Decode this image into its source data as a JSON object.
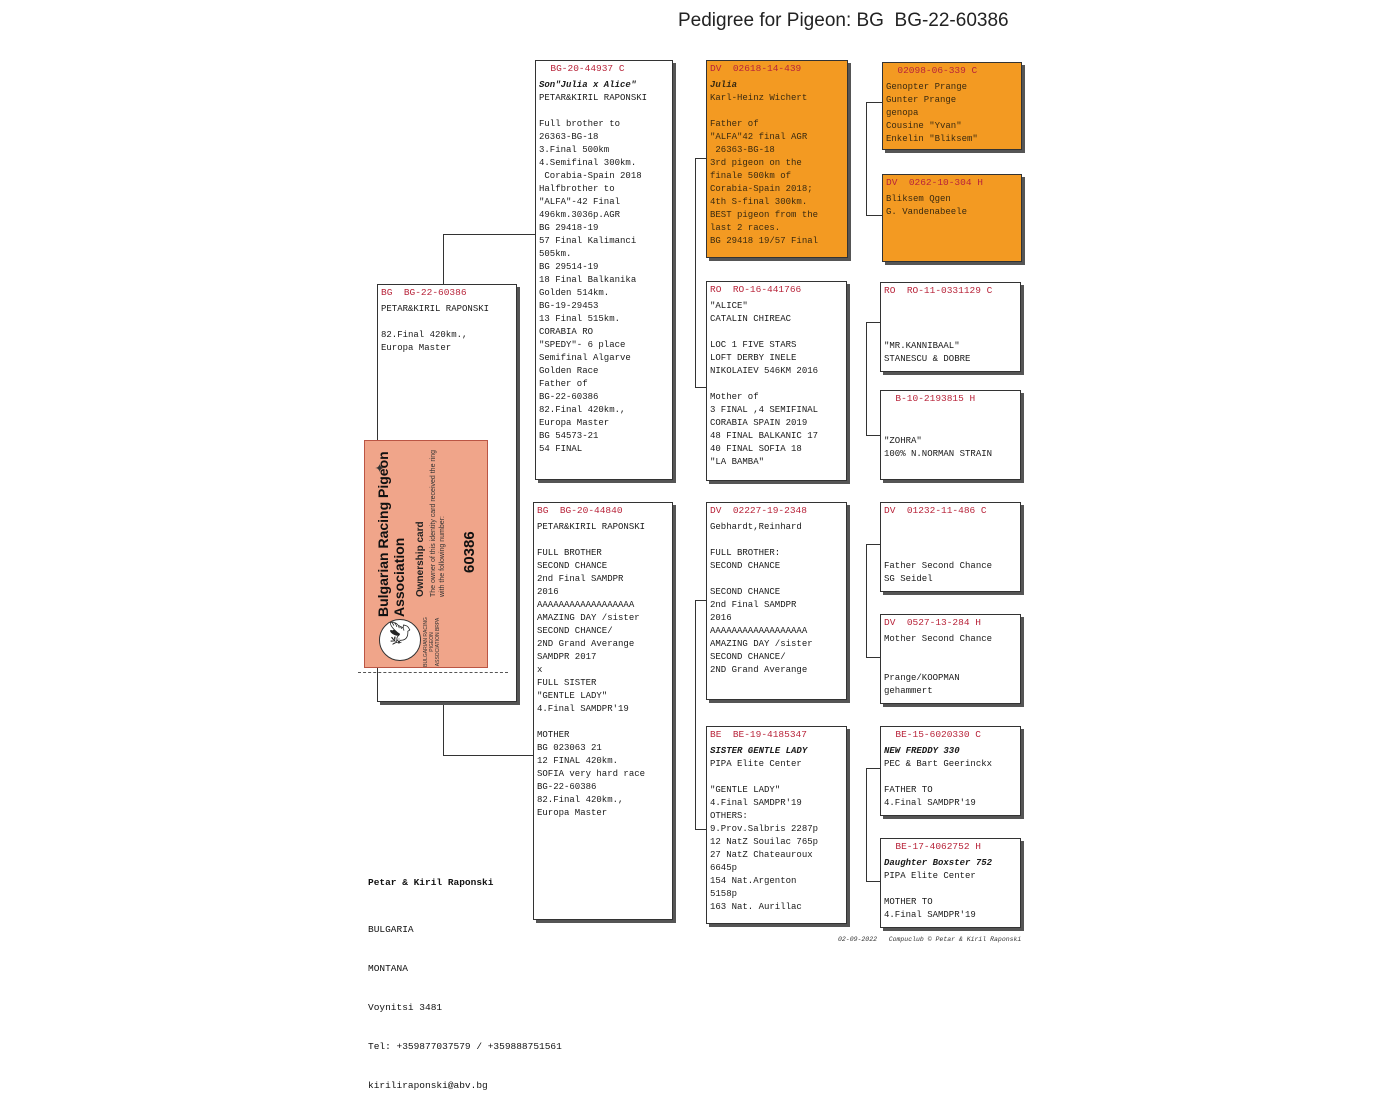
{
  "title": "Pedigree for Pigeon: BG  BG-22-60386",
  "subject": {
    "country": "BG",
    "ring": "BG-22-60386",
    "lines": [
      "PETAR&KIRIL RAPONSKI",
      "",
      "82.Final 420km.,",
      "Europa Master"
    ]
  },
  "sire": {
    "country": "",
    "ring": "BG-20-44937 C",
    "lines": [
      "Son\"Julia x Alice\"",
      "PETAR&KIRIL RAPONSKI",
      "",
      "Full brother to",
      "26363-BG-18",
      "3.Final 500km",
      "4.Semifinal 300km.",
      " Corabia-Spain 2018",
      "Halfbrother to",
      "\"ALFA\"-42 Final",
      "496km.3036p.AGR",
      "BG 29418-19",
      "57 Final Kalimanci",
      "505km.",
      "BG 29514-19",
      "18 Final Balkanika",
      "Golden 514km.",
      "BG-19-29453",
      "13 Final 515km.",
      "CORABIA RO",
      "\"SPEDY\"- 6 place",
      "Semifinal Algarve",
      "Golden Race",
      "Father of",
      "BG-22-60386",
      "82.Final 420km.,",
      "Europa Master",
      "BG 54573-21",
      "54 FINAL"
    ]
  },
  "dam": {
    "country": "BG",
    "ring": "BG-20-44840",
    "lines": [
      "PETAR&KIRIL RAPONSKI",
      "",
      "FULL BROTHER",
      "SECOND CHANCE",
      "2nd Final SAMDPR",
      "2016",
      "AAAAAAAAAAAAAAAAAA",
      "AMAZING DAY /sister",
      "SECOND CHANCE/",
      "2ND Grand Averange",
      "SAMDPR 2017",
      "x",
      "FULL SISTER",
      "\"GENTLE LADY\"",
      "4.Final SAMDPR'19",
      "",
      "MOTHER",
      "BG 023063 21",
      "12 FINAL 420km.",
      "SOFIA very hard race",
      "BG-22-60386",
      "82.Final 420km.,",
      "Europa Master"
    ]
  },
  "sire_sire": {
    "country": "DV",
    "ring": "02618-14-439",
    "lines": [
      "Julia",
      "Karl-Heinz Wichert",
      "",
      "Father of",
      "\"ALFA\"42 final AGR",
      " 26363-BG-18",
      "3rd pigeon on the",
      "finale 500km of",
      "Corabia-Spain 2018;",
      "4th S-final 300km.",
      "BEST pigeon from the",
      "last 2 races.",
      "BG 29418 19/57 Final"
    ]
  },
  "sire_dam": {
    "country": "RO",
    "ring": "RO-16-441766",
    "lines": [
      "\"ALICE\"",
      "CATALIN CHIREAC",
      "",
      "LOC 1 FIVE STARS",
      "LOFT DERBY INELE",
      "NIKOLAIEV 546KM 2016",
      "",
      "Mother of",
      "3 FINAL ,4 SEMIFINAL",
      "CORABIA SPAIN 2019",
      "48 FINAL BALKANIC 17",
      "40 FINAL SOFIA 18",
      "\"LA BAMBA\""
    ]
  },
  "dam_sire": {
    "country": "DV",
    "ring": "02227-19-2348",
    "lines": [
      "Gebhardt,Reinhard",
      "",
      "FULL BROTHER:",
      "SECOND CHANCE",
      "",
      "SECOND CHANCE",
      "2nd Final SAMDPR",
      "2016",
      "AAAAAAAAAAAAAAAAAA",
      "AMAZING DAY /sister",
      "SECOND CHANCE/",
      "2ND Grand Averange"
    ]
  },
  "dam_dam": {
    "country": "BE",
    "ring": "BE-19-4185347",
    "lines": [
      "SISTER GENTLE LADY",
      "PIPA Elite Center",
      "",
      "\"GENTLE LADY\"",
      "4.Final SAMDPR'19",
      "OTHERS:",
      "9.Prov.Salbris 2287p",
      "12 NatZ Souilac 765p",
      "27 NatZ Chateauroux",
      "6645p",
      "154 Nat.Argenton",
      "5158p",
      "163 Nat. Aurillac"
    ]
  },
  "gg1": {
    "country": "",
    "ring": "02098-06-339 C",
    "lines": [
      "Genopter Prange",
      "Gunter Prange",
      "genopa",
      "Cousine \"Yvan\"",
      "Enkelin \"Bliksem\""
    ]
  },
  "gg2": {
    "country": "DV",
    "ring": "0262-10-304 H",
    "lines": [
      "Bliksem Qgen",
      "G. Vandenabeele"
    ]
  },
  "gg3": {
    "country": "RO",
    "ring": "RO-11-0331129 C",
    "lines": [
      "",
      "",
      "",
      "\"MR.KANNIBAAL\"",
      "STANESCU & DOBRE"
    ]
  },
  "gg4": {
    "country": "",
    "ring": "B-10-2193815 H",
    "lines": [
      "",
      "",
      "\"ZOHRA\"",
      "100% N.NORMAN STRAIN"
    ]
  },
  "gg5": {
    "country": "DV",
    "ring": "01232-11-486 C",
    "lines": [
      "",
      "",
      "",
      "Father Second Chance",
      "SG Seidel"
    ]
  },
  "gg6": {
    "country": "DV",
    "ring": "0527-13-284 H",
    "lines": [
      "Mother Second Chance",
      "",
      "",
      "Prange/KOOPMAN",
      "gehammert"
    ]
  },
  "gg7": {
    "country": "",
    "ring": "BE-15-6020330 C",
    "lines": [
      "NEW FREDDY 330",
      "PEC & Bart Geerinckx",
      "",
      "FATHER TO",
      "4.Final SAMDPR'19"
    ]
  },
  "gg8": {
    "country": "",
    "ring": "BE-17-4062752 H",
    "lines": [
      "Daughter Boxster 752",
      "PIPA Elite Center",
      "",
      "MOTHER TO",
      "4.Final SAMDPR'19"
    ]
  },
  "owner": {
    "name": "Petar & Kiril Raponski",
    "lines": [
      "BULGARIA",
      "MONTANA",
      "Voynitsi 3481",
      "Tel: +359877037579 / +359888751561",
      "kiriliraponski@abv.bg"
    ]
  },
  "footer_meta": "02-09-2022   Compuclub © Petar & Kiril Raponski",
  "ownership_card": {
    "association": "Bulgarian Racing Pigeon Association",
    "card_title": "Ownership card",
    "card_text": "The owner of this identity card received the ring with the following number:",
    "number": "60386",
    "logo_text": "BULGARIAN RACING PIGEON ASSOCIATION BRPA"
  }
}
